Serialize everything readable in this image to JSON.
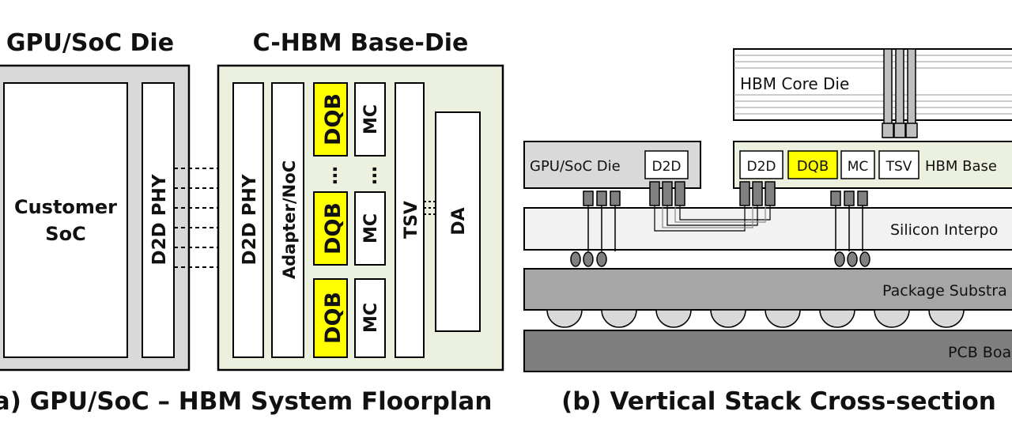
{
  "panel_a": {
    "title_gpu": "GPU/SoC Die",
    "title_hbm": "C-HBM Base-Die",
    "customer_line1": "Customer",
    "customer_line2": "SoC",
    "d2d_phy_left": "D2D PHY",
    "d2d_phy_right": "D2D PHY",
    "adapter": "Adapter/NoC",
    "dqb": "DQB",
    "mc": "MC",
    "tsv": "TSV",
    "da": "DA",
    "ellipsis": "…",
    "caption": "(a) GPU/SoC – HBM System Floorplan"
  },
  "panel_b": {
    "hbm_core": "HBM Core Die",
    "gpu_die": "GPU/SoC Die",
    "d2d_gpu": "D2D",
    "d2d_hbm": "D2D",
    "dqb": "DQB",
    "mc": "MC",
    "tsv": "TSV",
    "hbm_base": "HBM Base",
    "interposer": "Silicon Interpo",
    "substrate": "Package Substra",
    "pcb": "PCB Boa",
    "caption": "(b) Vertical Stack Cross-section"
  },
  "colors": {
    "dqb_yellow": "#ffff00",
    "hbm_green": "#ebf1de",
    "gpu_gray": "#d9d9d9",
    "interposer": "#f2f2f2",
    "substrate": "#a6a6a6",
    "pcb": "#7f7f7f"
  }
}
